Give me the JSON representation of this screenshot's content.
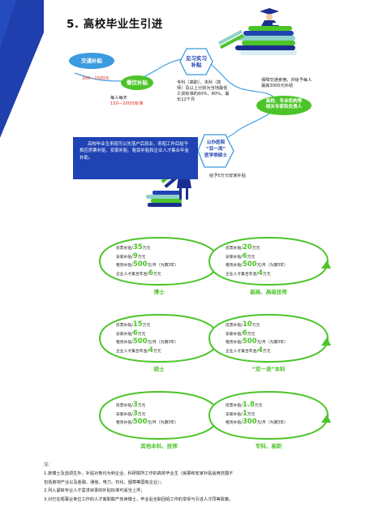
{
  "section_title": "5. 高校毕业生引进",
  "flow": {
    "traffic_label": "交通补贴",
    "traffic_amount": "200—1500元",
    "meal_label": "餐饮补贴",
    "meal_desc_1": "每人每天",
    "meal_desc_2": "150—200元标准",
    "intern_label_1": "见习实习",
    "intern_label_2": "补贴",
    "intern_desc_1": "专科（高职），本科（技",
    "intern_desc_2": "师）及以上分别为当地最低",
    "intern_desc_3": "工资标准的60%、80%，最",
    "intern_desc_4": "长12个月",
    "university_label_1": "高校、专业机构等",
    "university_label_2": "相关专家和负责人",
    "university_desc_1": "保障交通食宿，并给予每人",
    "university_desc_2": "最高3000元补助",
    "hospital_label_1": "公办医院",
    "hospital_label_2": "“双一流”",
    "hospital_label_3": "医学类硕士",
    "hospital_desc": "给予5万元安家补贴",
    "blue_text": "高校毕业生来昭可以先落户后就业，来昭工作后给予相应房票补贴、安家补贴、租赁补贴和企业人才集合年金补助。"
  },
  "cards": [
    {
      "label": "博士",
      "lines": [
        [
          "房票补贴/",
          "35",
          "万元"
        ],
        [
          "安家补贴/",
          "9",
          "万元"
        ],
        [
          "租赁补贴/",
          "500",
          "元/月（为期3年）"
        ],
        [
          "企业人才集合年金/",
          "6",
          "万元"
        ]
      ]
    },
    {
      "label": "副高、高级技师",
      "lines": [
        [
          "房票补贴/",
          "20",
          "万元"
        ],
        [
          "安家补贴/",
          "6",
          "万元"
        ],
        [
          "租赁补贴/",
          "500",
          "元/月（为期3年）"
        ],
        [
          "企业人才集合年金/",
          "4",
          "万元"
        ]
      ]
    },
    {
      "label": "硕士",
      "lines": [
        [
          "房票补贴/",
          "15",
          "万元"
        ],
        [
          "安家补贴/",
          "6",
          "万元"
        ],
        [
          "租赁补贴/",
          "500",
          "元/月（为期3年）"
        ],
        [
          "企业人才集合年金/",
          "4",
          "万元"
        ]
      ]
    },
    {
      "label": "“双一流”本科",
      "lines": [
        [
          "房票补贴/",
          "10",
          "万元"
        ],
        [
          "安家补贴/",
          "6",
          "万元"
        ],
        [
          "租赁补贴/",
          "500",
          "元/月（为期3年）"
        ],
        [
          "企业人才集合年金/",
          "4",
          "万元"
        ]
      ]
    },
    {
      "label": "其他本科、技师",
      "lines": [
        [
          "房票补贴/",
          "3",
          "万元"
        ],
        [
          "安家补贴/",
          "3",
          "万元"
        ],
        [
          "租赁补贴/",
          "500",
          "元/月（为期3年）"
        ]
      ]
    },
    {
      "label": "专科、高职",
      "lines": [
        [
          "房票补贴/",
          "1.8",
          "万元"
        ],
        [
          "安家补贴/",
          "1",
          "万元"
        ],
        [
          "租赁补贴/",
          "300",
          "元/月（为期3年）"
        ]
      ]
    }
  ],
  "notes": {
    "heading": "注:",
    "note1": "1.旅博士及选调生外，补贴对象均为到企业、科研院所工作的高校毕业生（房票和安家补贴适用范围不",
    "note1b": "包括房地产业以及金融、通信、电力、石化、烟草等国有企业）；",
    "note2": "2.列入紧缺专业人才需求目录的补贴标准可适当上浮；",
    "note3": "3.对已在昭事业单位工作的人才离职脱产攻读博士，毕业后全职回昭工作的享受与引进人才同等政策。"
  },
  "colors": {
    "blue": "#1f43b3",
    "light_blue": "#3a9be0",
    "green": "#4cc429"
  }
}
